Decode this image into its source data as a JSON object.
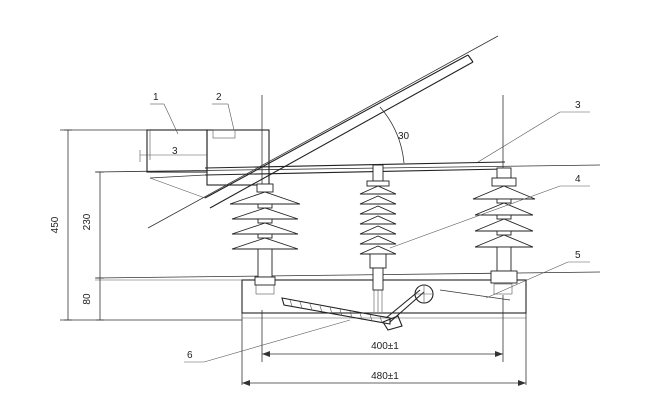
{
  "callouts": {
    "c1": "1",
    "c2": "2",
    "c3_left": "3",
    "c3_right": "3",
    "c4": "4",
    "c5": "5",
    "c6": "6"
  },
  "dimensions": {
    "total_height": "450",
    "upper_height": "230",
    "base_height": "80",
    "opening_angle": "30",
    "inner_width": "400±1",
    "outer_width": "480±1"
  }
}
